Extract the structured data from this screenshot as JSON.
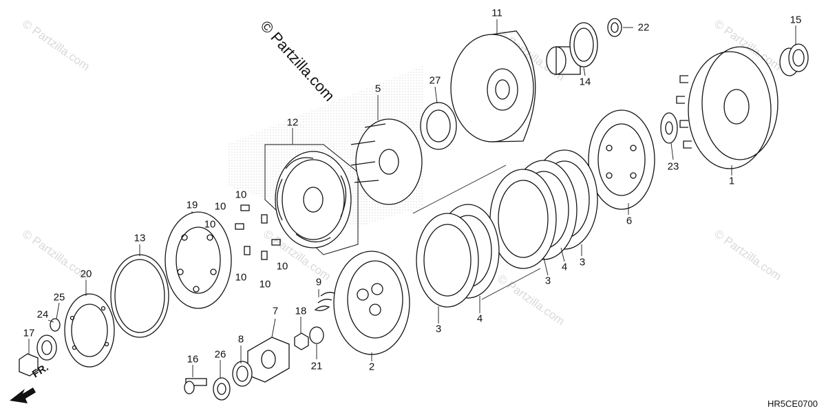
{
  "watermark": {
    "main": "© Partzilla.com",
    "repeat": "© Partzilla.com"
  },
  "diagram_code": "HR5CE0700",
  "direction_label": "FR.",
  "callouts": [
    {
      "id": "c1",
      "text": "1"
    },
    {
      "id": "c2",
      "text": "2"
    },
    {
      "id": "c3a",
      "text": "3"
    },
    {
      "id": "c3b",
      "text": "3"
    },
    {
      "id": "c3c",
      "text": "3"
    },
    {
      "id": "c4a",
      "text": "4"
    },
    {
      "id": "c4b",
      "text": "4"
    },
    {
      "id": "c5",
      "text": "5"
    },
    {
      "id": "c6",
      "text": "6"
    },
    {
      "id": "c7",
      "text": "7"
    },
    {
      "id": "c8",
      "text": "8"
    },
    {
      "id": "c9",
      "text": "9"
    },
    {
      "id": "c10a",
      "text": "10"
    },
    {
      "id": "c10b",
      "text": "10"
    },
    {
      "id": "c10c",
      "text": "10"
    },
    {
      "id": "c10d",
      "text": "10"
    },
    {
      "id": "c10e",
      "text": "10"
    },
    {
      "id": "c10f",
      "text": "10"
    },
    {
      "id": "c11",
      "text": "11"
    },
    {
      "id": "c12",
      "text": "12"
    },
    {
      "id": "c13",
      "text": "13"
    },
    {
      "id": "c14",
      "text": "14"
    },
    {
      "id": "c15",
      "text": "15"
    },
    {
      "id": "c16",
      "text": "16"
    },
    {
      "id": "c17",
      "text": "17"
    },
    {
      "id": "c18",
      "text": "18"
    },
    {
      "id": "c19",
      "text": "19"
    },
    {
      "id": "c20",
      "text": "20"
    },
    {
      "id": "c21",
      "text": "21"
    },
    {
      "id": "c22",
      "text": "22"
    },
    {
      "id": "c23",
      "text": "23"
    },
    {
      "id": "c24",
      "text": "24"
    },
    {
      "id": "c25",
      "text": "25"
    },
    {
      "id": "c26",
      "text": "26"
    },
    {
      "id": "c27",
      "text": "27"
    }
  ]
}
